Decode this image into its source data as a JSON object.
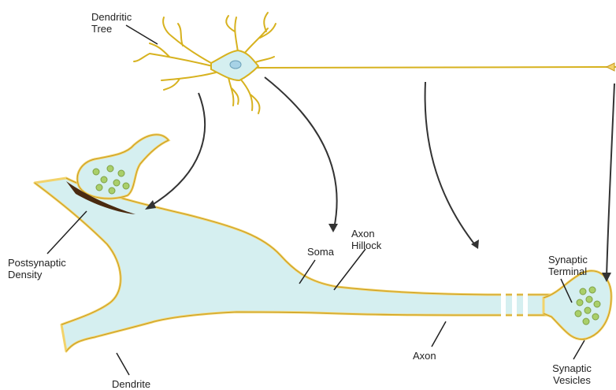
{
  "colors": {
    "membrane": "#f2d36b",
    "membrane_outline": "#c79a1e",
    "cytoplasm": "#d5eff0",
    "density": "#4a2a10",
    "vesicle": "#a9cf6a",
    "arrow": "#333333",
    "label_line": "#222222"
  },
  "labels": {
    "dendritic_tree": [
      "Dendritic",
      "Tree"
    ],
    "postsynaptic_density": [
      "Postsynaptic",
      "Density"
    ],
    "soma": "Soma",
    "axon_hillock": [
      "Axon",
      "Hillock"
    ],
    "synaptic_terminal": [
      "Synaptic",
      "Terminal"
    ],
    "axon": "Axon",
    "dendrite": "Dendrite",
    "synaptic_vesicles": [
      "Synaptic",
      "Vesicles"
    ]
  }
}
